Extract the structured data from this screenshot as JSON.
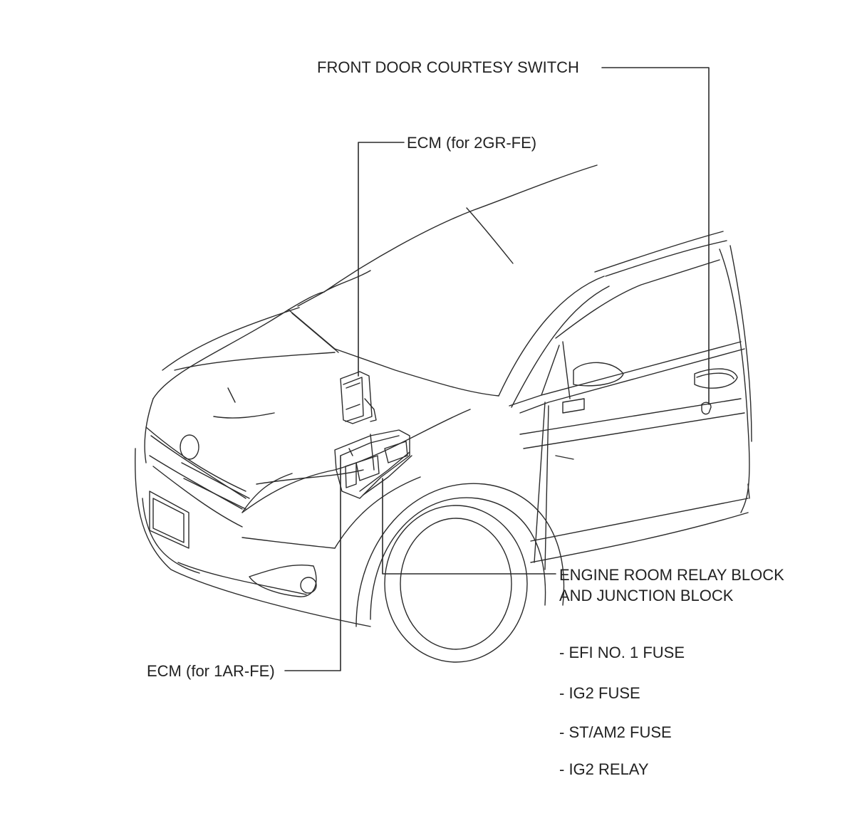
{
  "callouts": {
    "front_door_courtesy_switch": "FRONT DOOR COURTESY SWITCH",
    "ecm_2grfe": "ECM (for 2GR-FE)",
    "engine_room_relay_line1": "ENGINE ROOM RELAY BLOCK",
    "engine_room_relay_line2": "AND JUNCTION BLOCK",
    "ecm_1arfe": "ECM (for 1AR-FE)"
  },
  "fuse_list": [
    "- EFI NO. 1 FUSE",
    "- IG2 FUSE",
    "- ST/AM2 FUSE",
    "- IG2 RELAY"
  ],
  "colors": {
    "line": "#2b2b2b",
    "background": "#ffffff"
  }
}
